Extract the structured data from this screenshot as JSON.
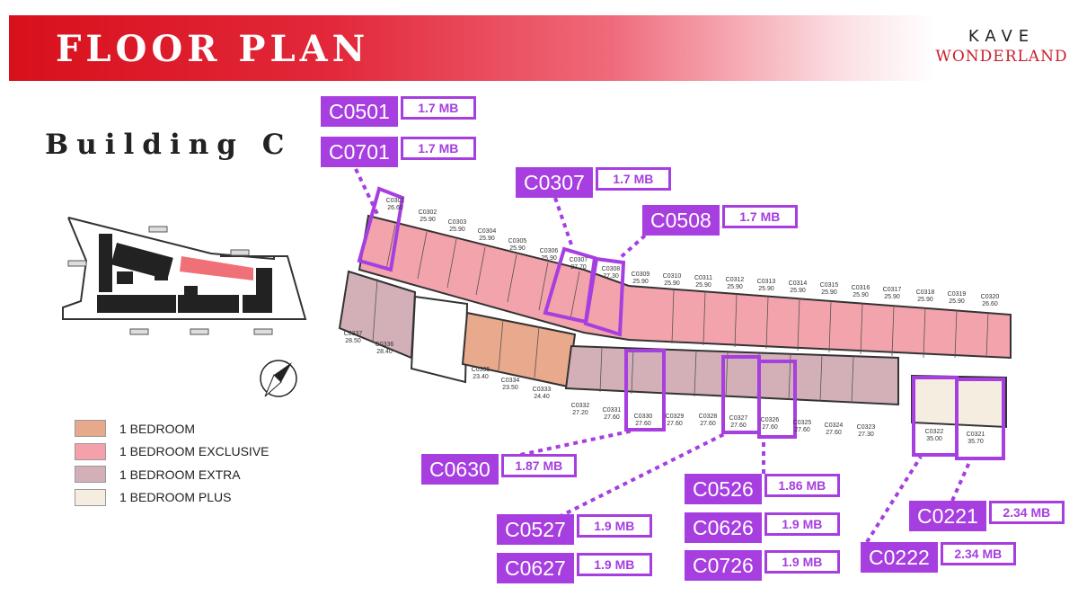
{
  "header": {
    "title": "FLOOR PLAN",
    "logo_top": "KAVE",
    "logo_bottom": "WONDERLAND"
  },
  "building_title": "Building C",
  "legend": [
    {
      "label": "1 BEDROOM",
      "color": "#e7a98c"
    },
    {
      "label": "1 BEDROOM EXCLUSIVE",
      "color": "#f4a1ab"
    },
    {
      "label": "1 BEDROOM EXTRA",
      "color": "#d3b0b8"
    },
    {
      "label": "1 BEDROOM PLUS",
      "color": "#f6ede1"
    }
  ],
  "colors": {
    "accent": "#a63ee0",
    "header_red": "#d8101c"
  },
  "units": [
    {
      "id": "C0301",
      "area": "26.60"
    },
    {
      "id": "C0302",
      "area": "25.90"
    },
    {
      "id": "C0303",
      "area": "25.90"
    },
    {
      "id": "C0304",
      "area": "25.90"
    },
    {
      "id": "C0305",
      "area": "25.90"
    },
    {
      "id": "C0306",
      "area": "25.90"
    },
    {
      "id": "C0307",
      "area": "27.70"
    },
    {
      "id": "C0308",
      "area": "27.30"
    },
    {
      "id": "C0309",
      "area": "25.90"
    },
    {
      "id": "C0310",
      "area": "25.90"
    },
    {
      "id": "C0311",
      "area": "25.90"
    },
    {
      "id": "C0312",
      "area": "25.90"
    },
    {
      "id": "C0313",
      "area": "25.90"
    },
    {
      "id": "C0314",
      "area": "25.90"
    },
    {
      "id": "C0315",
      "area": "25.90"
    },
    {
      "id": "C0316",
      "area": "25.90"
    },
    {
      "id": "C0317",
      "area": "25.90"
    },
    {
      "id": "C0318",
      "area": "25.90"
    },
    {
      "id": "C0319",
      "area": "25.90"
    },
    {
      "id": "C0320",
      "area": "26.60"
    },
    {
      "id": "C0337",
      "area": "28.50"
    },
    {
      "id": "C0336",
      "area": "28.40"
    },
    {
      "id": "C0335",
      "area": "23.40"
    },
    {
      "id": "C0334",
      "area": "23.50"
    },
    {
      "id": "C0333",
      "area": "24.40"
    },
    {
      "id": "C0332",
      "area": "27.20"
    },
    {
      "id": "C0331",
      "area": "27.60"
    },
    {
      "id": "C0330",
      "area": "27.60"
    },
    {
      "id": "C0329",
      "area": "27.60"
    },
    {
      "id": "C0328",
      "area": "27.60"
    },
    {
      "id": "C0327",
      "area": "27.60"
    },
    {
      "id": "C0326",
      "area": "27.60"
    },
    {
      "id": "C0325",
      "area": "27.60"
    },
    {
      "id": "C0324",
      "area": "27.60"
    },
    {
      "id": "C0323",
      "area": "27.30"
    },
    {
      "id": "C0322",
      "area": "35.00"
    },
    {
      "id": "C0321",
      "area": "35.70"
    }
  ],
  "callouts": [
    {
      "label": "C0501",
      "size": "1.7 MB"
    },
    {
      "label": "C0701",
      "size": "1.7 MB"
    },
    {
      "label": "C0307",
      "size": "1.7 MB"
    },
    {
      "label": "C0508",
      "size": "1.7 MB"
    },
    {
      "label": "C0630",
      "size": "1.87 MB"
    },
    {
      "label": "C0526",
      "size": "1.86 MB"
    },
    {
      "label": "C0626",
      "size": "1.9 MB"
    },
    {
      "label": "C0726",
      "size": "1.9 MB"
    },
    {
      "label": "C0527",
      "size": "1.9 MB"
    },
    {
      "label": "C0627",
      "size": "1.9 MB"
    },
    {
      "label": "C0221",
      "size": "2.34 MB"
    },
    {
      "label": "C0222",
      "size": "2.34 MB"
    }
  ]
}
